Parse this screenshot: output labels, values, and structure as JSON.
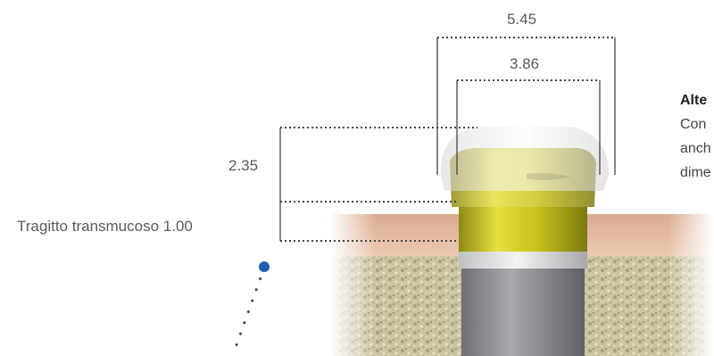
{
  "dimensions": {
    "outer_diameter": "5.45",
    "inner_diameter": "3.86",
    "height": "2.35",
    "transmucosal": "Tragitto transmucoso 1.00"
  },
  "side_text": {
    "heading": "Alte",
    "line1": "Con",
    "line2": "anch",
    "line3": "dime"
  },
  "colors": {
    "gum": "#e2b9a0",
    "bone": "#cfc6a4",
    "abutment_gold": "#c8c21a",
    "implant_grey": "#8b8d90",
    "cap_white": "#eeeeee",
    "marker_blue": "#1f5fb0"
  }
}
